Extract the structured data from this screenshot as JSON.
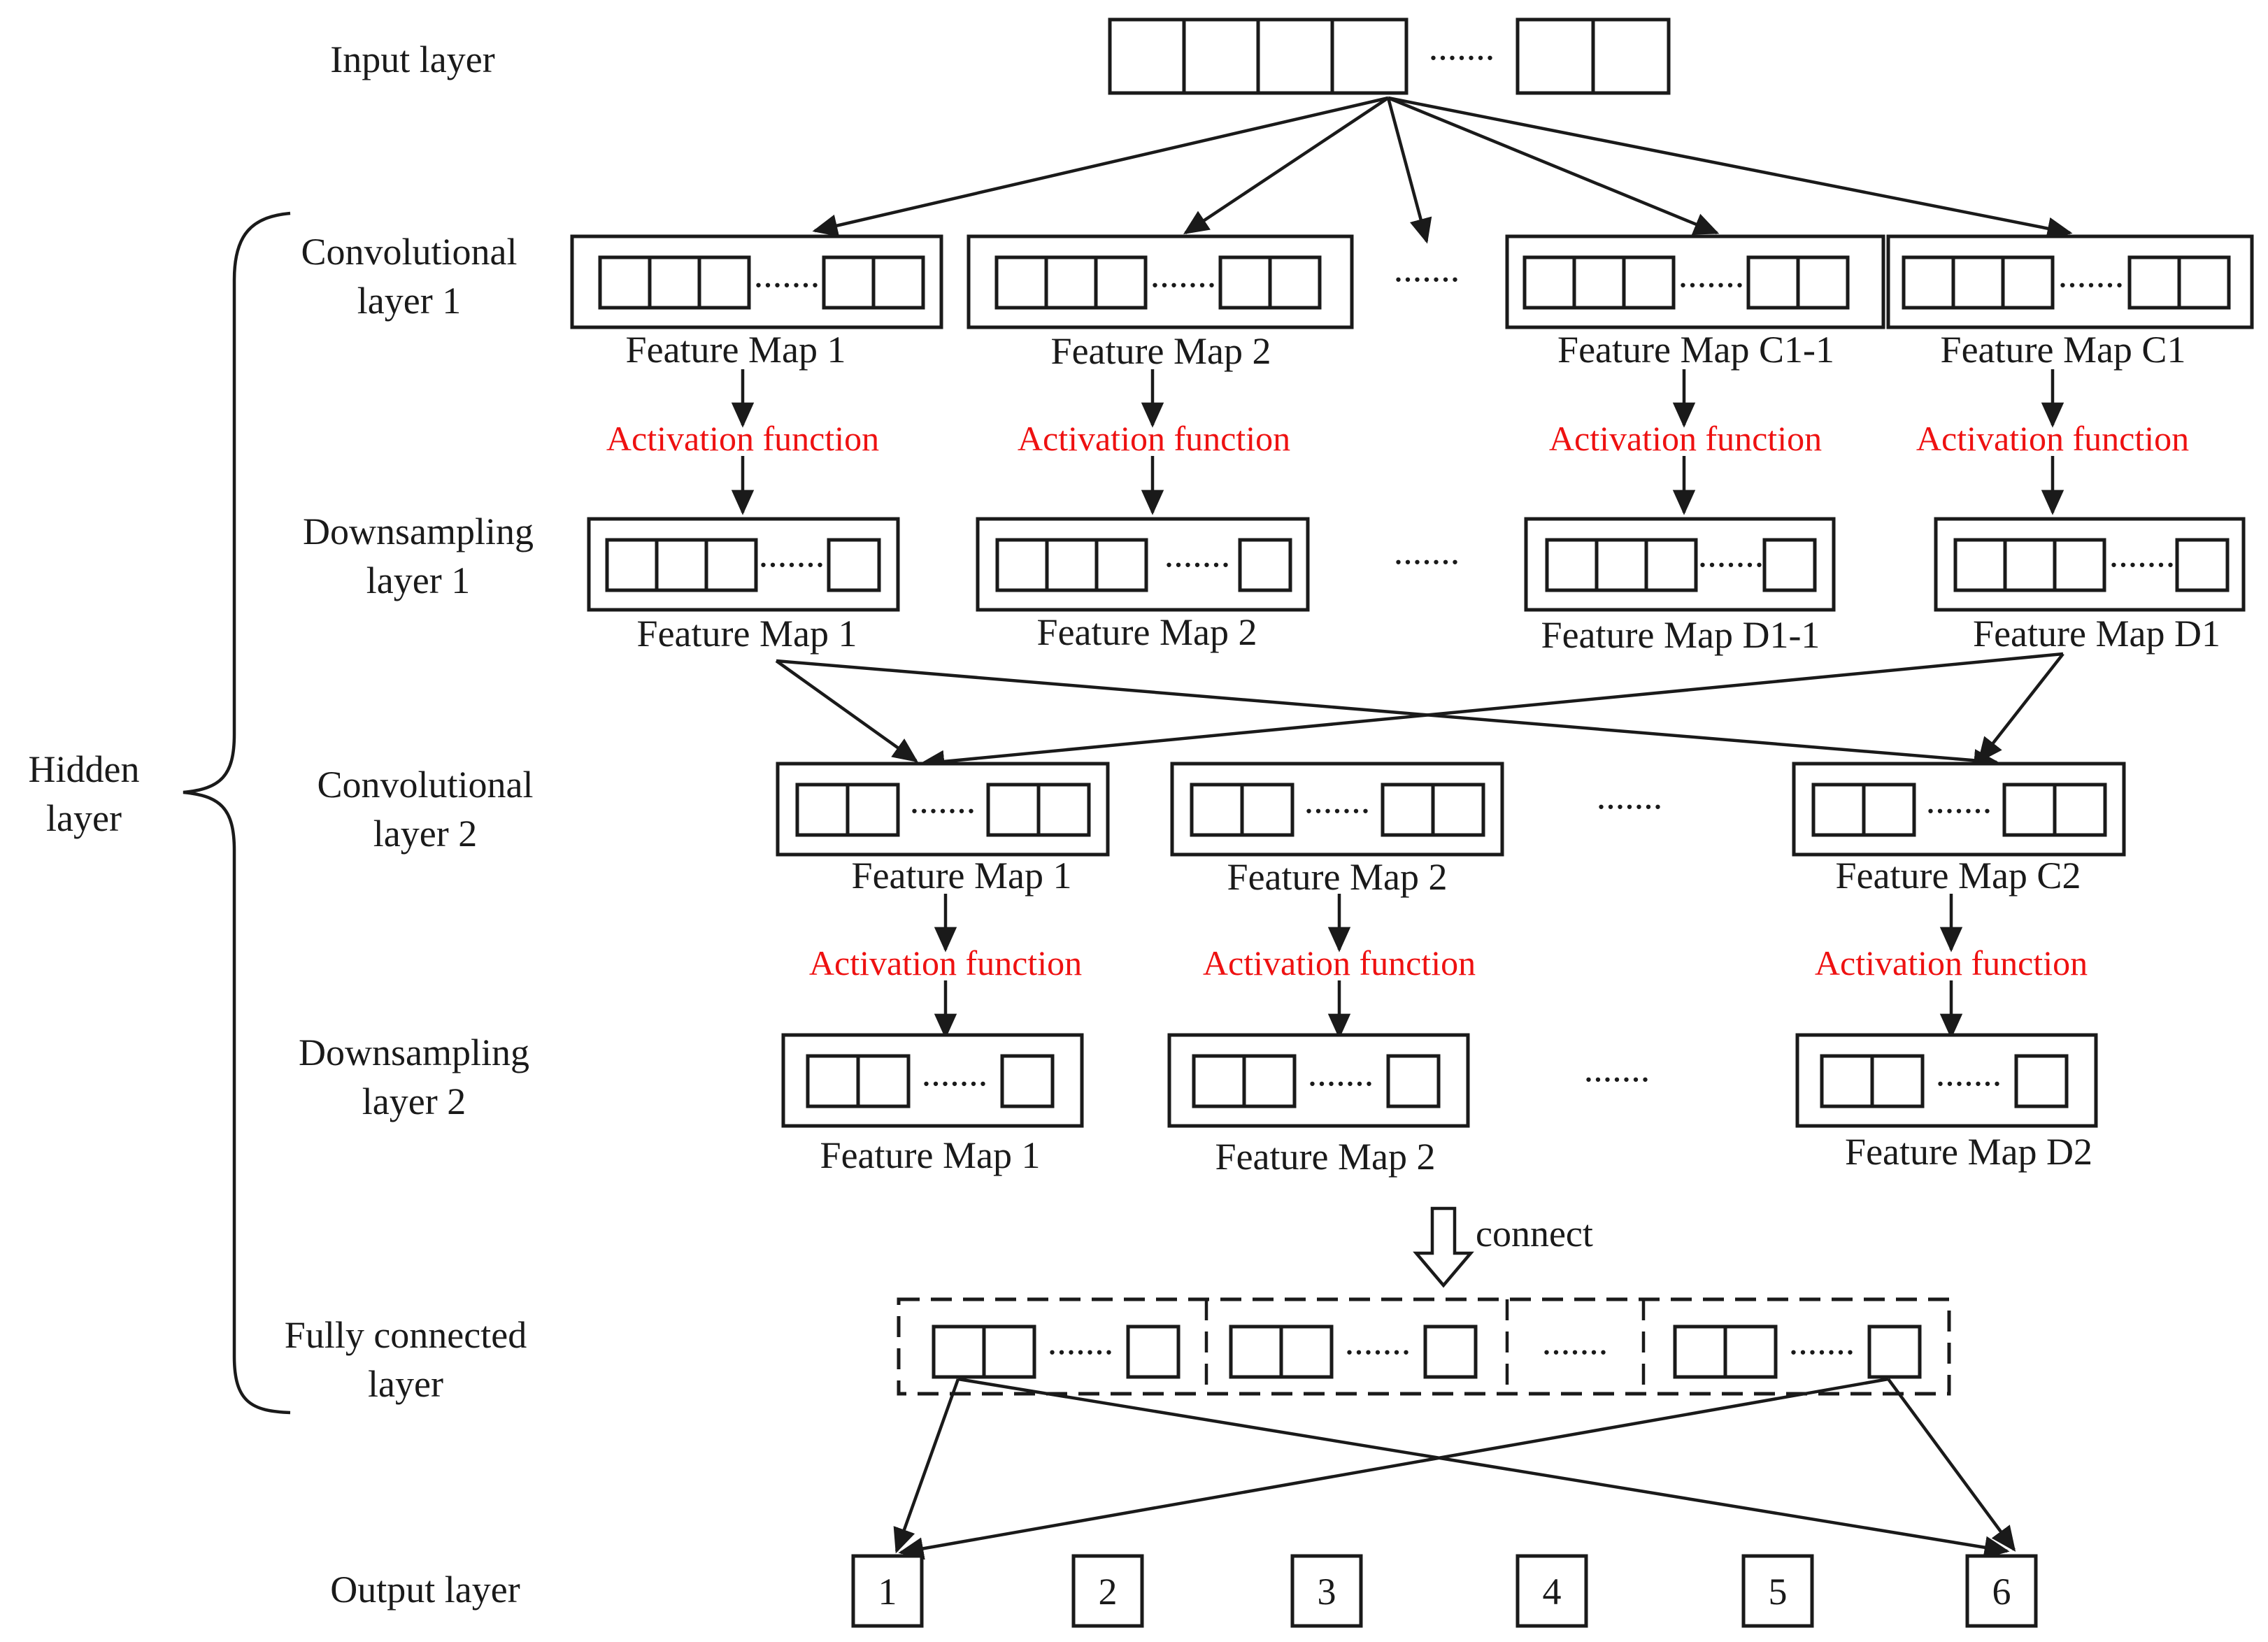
{
  "layers": {
    "input": "Input layer",
    "conv1": [
      "Convolutional",
      "layer 1"
    ],
    "down1": [
      "Downsampling",
      "layer 1"
    ],
    "conv2": [
      "Convolutional",
      "layer 2"
    ],
    "down2": [
      "Downsampling",
      "layer 2"
    ],
    "fc": [
      "Fully connected",
      "layer"
    ],
    "output": "Output layer",
    "hidden": [
      "Hidden",
      "layer"
    ]
  },
  "ellipsis": ".......",
  "activation": "Activation function",
  "connect": "connect",
  "conv1_maps": [
    "Feature Map 1",
    "Feature Map 2",
    "Feature Map C1-1",
    "Feature Map C1"
  ],
  "down1_maps": [
    "Feature Map 1",
    "Feature Map 2",
    "Feature Map D1-1",
    "Feature Map D1"
  ],
  "conv2_maps": [
    "Feature Map 1",
    "Feature Map 2",
    "Feature Map C2"
  ],
  "down2_maps": [
    "Feature Map 1",
    "Feature Map 2",
    "Feature Map D2"
  ],
  "outputs": [
    "1",
    "2",
    "3",
    "4",
    "5",
    "6"
  ],
  "colors": {
    "line": "#1a1a1a",
    "activation": "#ee1111",
    "background": "#ffffff"
  }
}
